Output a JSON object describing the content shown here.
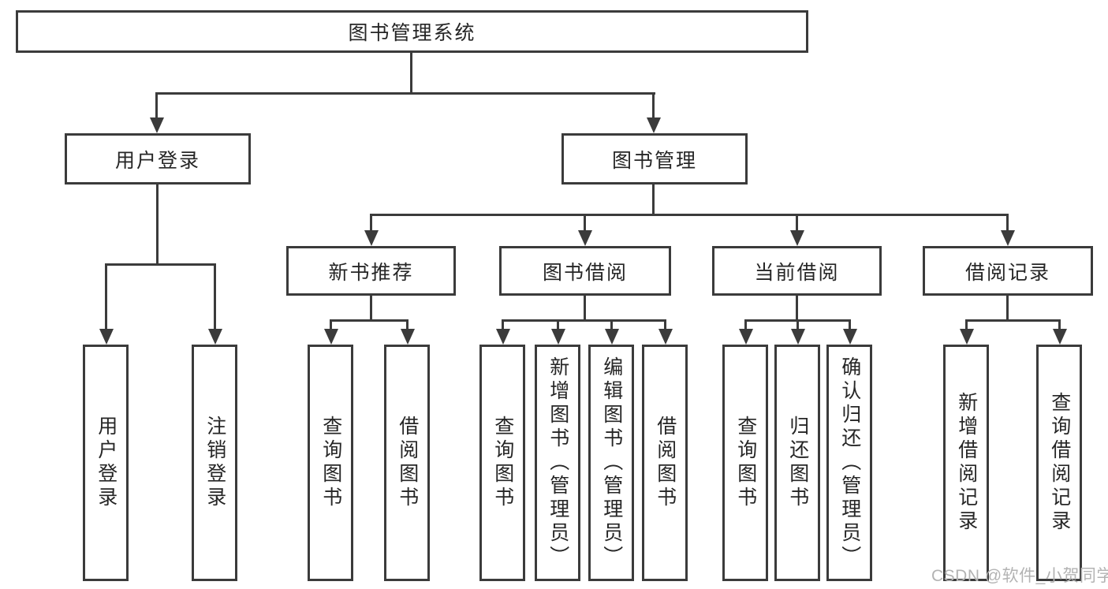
{
  "colors": {
    "line": "#3b3b3b",
    "border": "#3b3b3b",
    "fill": "#ffffff",
    "text": "#262626",
    "watermark": "#b3b3b3"
  },
  "tree": {
    "root": {
      "label": "图书管理系统"
    },
    "branches": [
      {
        "label": "用户登录",
        "children": [
          {
            "label": "用户登录"
          },
          {
            "label": "注销登录"
          }
        ]
      },
      {
        "label": "图书管理",
        "groups": [
          {
            "label": "新书推荐",
            "children": [
              {
                "label": "查询图书"
              },
              {
                "label": "借阅图书"
              }
            ]
          },
          {
            "label": "图书借阅",
            "children": [
              {
                "label": "查询图书"
              },
              {
                "label": "新增图书（管理员）"
              },
              {
                "label": "编辑图书（管理员）"
              },
              {
                "label": "借阅图书"
              }
            ]
          },
          {
            "label": "当前借阅",
            "children": [
              {
                "label": "查询图书"
              },
              {
                "label": "归还图书"
              },
              {
                "label": "确认归还（管理员）"
              }
            ]
          },
          {
            "label": "借阅记录",
            "children": [
              {
                "label": "新增借阅记录"
              },
              {
                "label": "查询借阅记录"
              }
            ]
          }
        ]
      }
    ]
  },
  "watermark": {
    "text": "CSDN @软件_小贺同学"
  }
}
